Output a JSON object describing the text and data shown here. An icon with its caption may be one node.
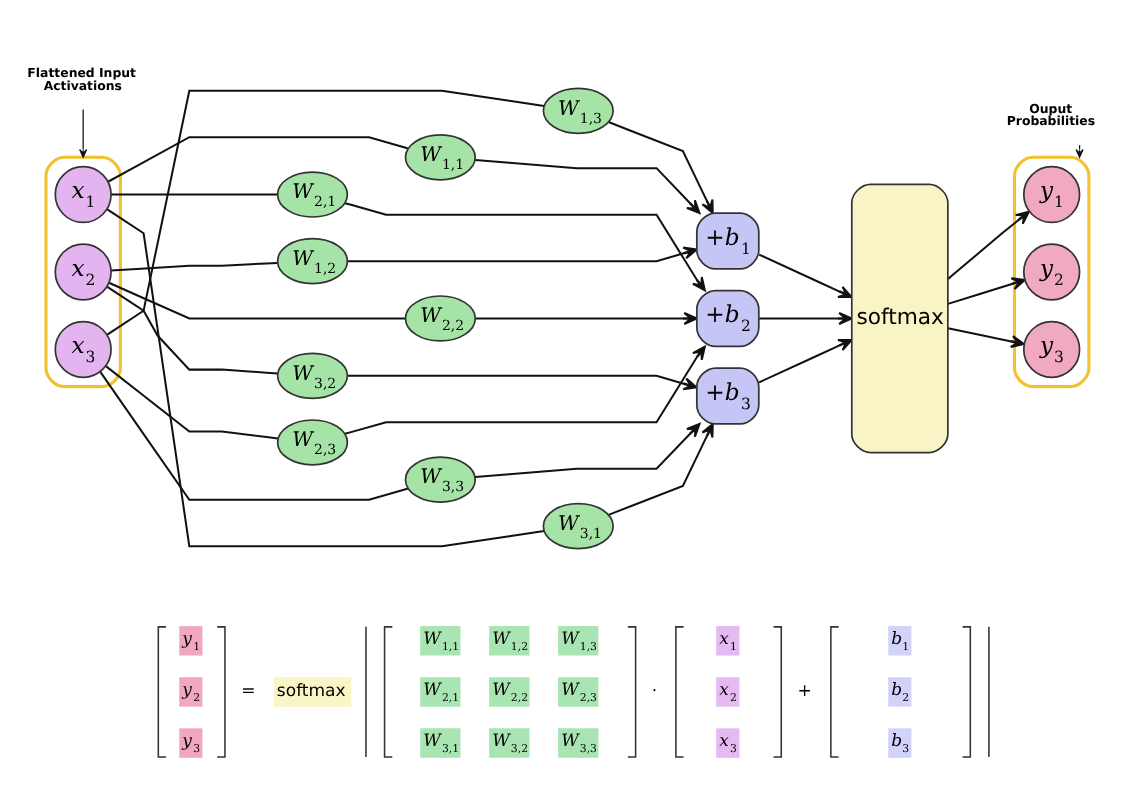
{
  "diagram": {
    "nodes": [
      {
        "text": [
          "Flattened Input Activations"
        ]
      },
      {
        "text": [],
        "shape": "box"
      },
      {
        "text": [
          "x$_{1}$"
        ],
        "in": 1
      },
      {
        "text": [
          "x$_{2}$"
        ],
        "in": 1
      },
      {
        "text": [
          "x$_{3}$"
        ],
        "in": 1
      },
      {
        "text": [
          "W$_{1,1}$"
        ]
      },
      {
        "text": [
          "W$_{2,1}$"
        ]
      },
      {
        "text": [
          "W$_{1,3}$"
        ]
      },
      {
        "text": [
          "W$_{1,2}$"
        ]
      },
      {
        "text": [
          "W$_{2,2}$"
        ]
      },
      {
        "text": [
          "W$_{3,2}$"
        ]
      },
      {
        "text": [
          "W$_{3,1}$"
        ]
      },
      {
        "text": [
          "W$_{2,3}$"
        ]
      },
      {
        "text": [
          "W$_{3,3}$"
        ]
      },
      {
        "text": [
          "+b$_{1}$"
        ]
      },
      {
        "text": [
          "+b$_{2}$"
        ]
      },
      {
        "text": [
          "+b$_{3}$"
        ]
      },
      {
        "text": [
          "softmax"
        ]
      },
      {
        "text": [
          "Ouput Probabilities"
        ]
      },
      {
        "text": [],
        "shape": "box"
      },
      {
        "text": [
          "y$_{1}$"
        ],
        "in": 19
      },
      {
        "text": [
          "y$_{2}$"
        ],
        "in": 19
      },
      {
        "text": [
          "y$_{3}$"
        ],
        "in": 19
      }
    ],
    "edges": [
      {
        "from": 0,
        "to": 1,
        "arrow": "to"
      },
      {
        "from": 18,
        "to": 19,
        "arrow": "to"
      },
      {
        "from": 2,
        "to": 5,
        "arrow": "none"
      },
      {
        "from": 5,
        "to": 14,
        "arrow": "to"
      },
      {
        "from": 2,
        "to": 6,
        "arrow": "none"
      },
      {
        "from": 6,
        "to": 15,
        "arrow": "to"
      },
      {
        "from": 2,
        "to": 11,
        "arrow": "none"
      },
      {
        "from": 11,
        "to": 16,
        "arrow": "to"
      },
      {
        "from": 3,
        "to": 8,
        "arrow": "none"
      },
      {
        "from": 8,
        "to": 14,
        "arrow": "to"
      },
      {
        "from": 3,
        "to": 9,
        "arrow": "none"
      },
      {
        "from": 9,
        "to": 15,
        "arrow": "to"
      },
      {
        "from": 3,
        "to": 10,
        "arrow": "none"
      },
      {
        "from": 10,
        "to": 16,
        "arrow": "to"
      },
      {
        "from": 4,
        "to": 7,
        "arrow": "none"
      },
      {
        "from": 7,
        "to": 14,
        "arrow": "to"
      },
      {
        "from": 4,
        "to": 12,
        "arrow": "none"
      },
      {
        "from": 12,
        "to": 15,
        "arrow": "to"
      },
      {
        "from": 4,
        "to": 13,
        "arrow": "none"
      },
      {
        "from": 13,
        "to": 16,
        "arrow": "to"
      },
      {
        "from": 14,
        "to": 17,
        "arrow": "to"
      },
      {
        "from": 15,
        "to": 17,
        "arrow": "to"
      },
      {
        "from": 16,
        "to": 17,
        "arrow": "to"
      },
      {
        "from": 17,
        "to": 20,
        "arrow": "to"
      },
      {
        "from": 17,
        "to": 21,
        "arrow": "to"
      },
      {
        "from": 17,
        "to": 22,
        "arrow": "to"
      }
    ],
    "labels": [
      "y$_{1}$",
      "W$_{1,1}$",
      "W$_{1,2}$",
      "W$_{1,3}$",
      "x$_{1}$",
      "b$_{1}$",
      "y$_{2}$",
      "=",
      "softmax",
      "W$_{2,1}$",
      "W$_{2,2}$",
      "W$_{2,3}$",
      "·",
      "x$_{2}$",
      "+",
      "b$_{2}$",
      "y$_{3}$",
      "W$_{3,1}$",
      "W$_{3,2}$",
      "W$_{3,3}$",
      "x$_{3}$",
      "b$_{3}$"
    ]
  }
}
